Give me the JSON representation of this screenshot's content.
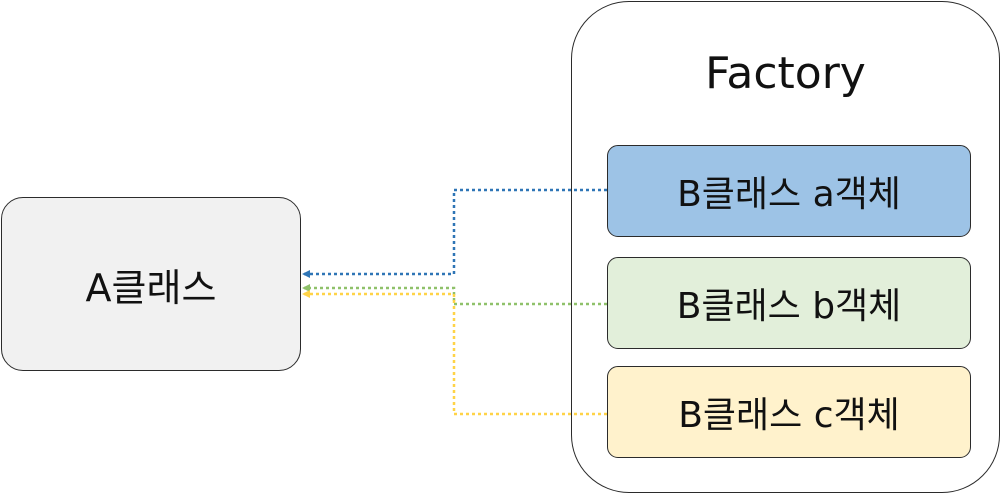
{
  "class_a": {
    "label": "A클래스"
  },
  "factory": {
    "title": "Factory",
    "objects": [
      {
        "label": "B클래스 a객체",
        "fill": "#9dc3e6",
        "line": "#2e75b6"
      },
      {
        "label": "B클래스 b객체",
        "fill": "#e2efda",
        "line": "#8fc16a"
      },
      {
        "label": "B클래스 c객체",
        "fill": "#fff2cc",
        "line": "#ffd347"
      }
    ]
  },
  "colors": {
    "class_a_fill": "#f1f1f1",
    "border": "#2b2b2b"
  }
}
